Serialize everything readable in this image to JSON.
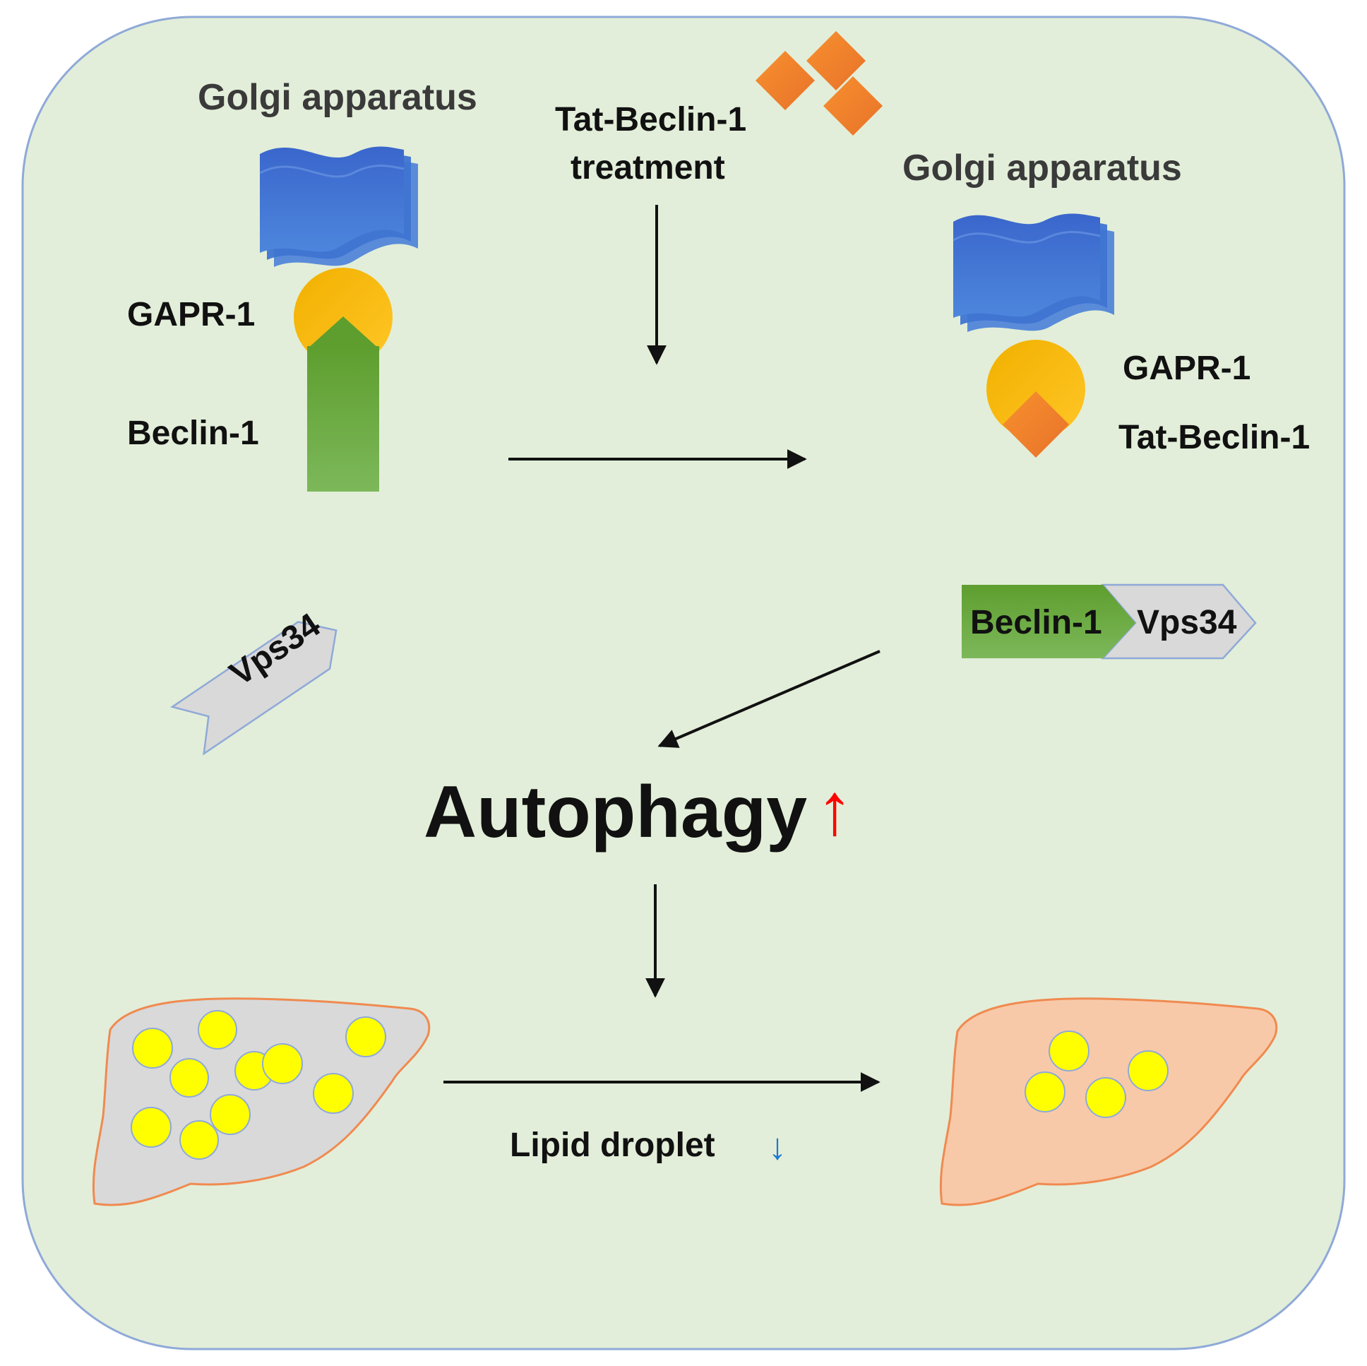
{
  "colors": {
    "background": "#e2eed9",
    "border": "#8fa9d8",
    "golgi": "#3b6fd0",
    "gapr": "#ffc000",
    "beclin": "#6aaa3a",
    "tat_beclin": "#f08030",
    "vps34": "#d9d9d9",
    "liver_diseased": "#d9d9d9",
    "liver_healthy": "#f8c9a8",
    "lipid": "#ffff00",
    "up_arrow": "#ff0000",
    "down_arrow": "#1a78d6"
  },
  "labels": {
    "golgi_left": "Golgi apparatus",
    "golgi_right": "Golgi apparatus",
    "gapr_left": "GAPR-1",
    "beclin_left": "Beclin-1",
    "treatment_line1": "Tat-Beclin-1",
    "treatment_line2": "treatment",
    "gapr_right": "GAPR-1",
    "tat_beclin_right": "Tat-Beclin-1",
    "vps34_free": "Vps34",
    "complex_beclin": "Beclin-1",
    "complex_vps34": "Vps34",
    "autophagy": "Autophagy",
    "autophagy_arrow": "↑",
    "lipid": "Lipid droplet",
    "lipid_arrow": "↓"
  }
}
